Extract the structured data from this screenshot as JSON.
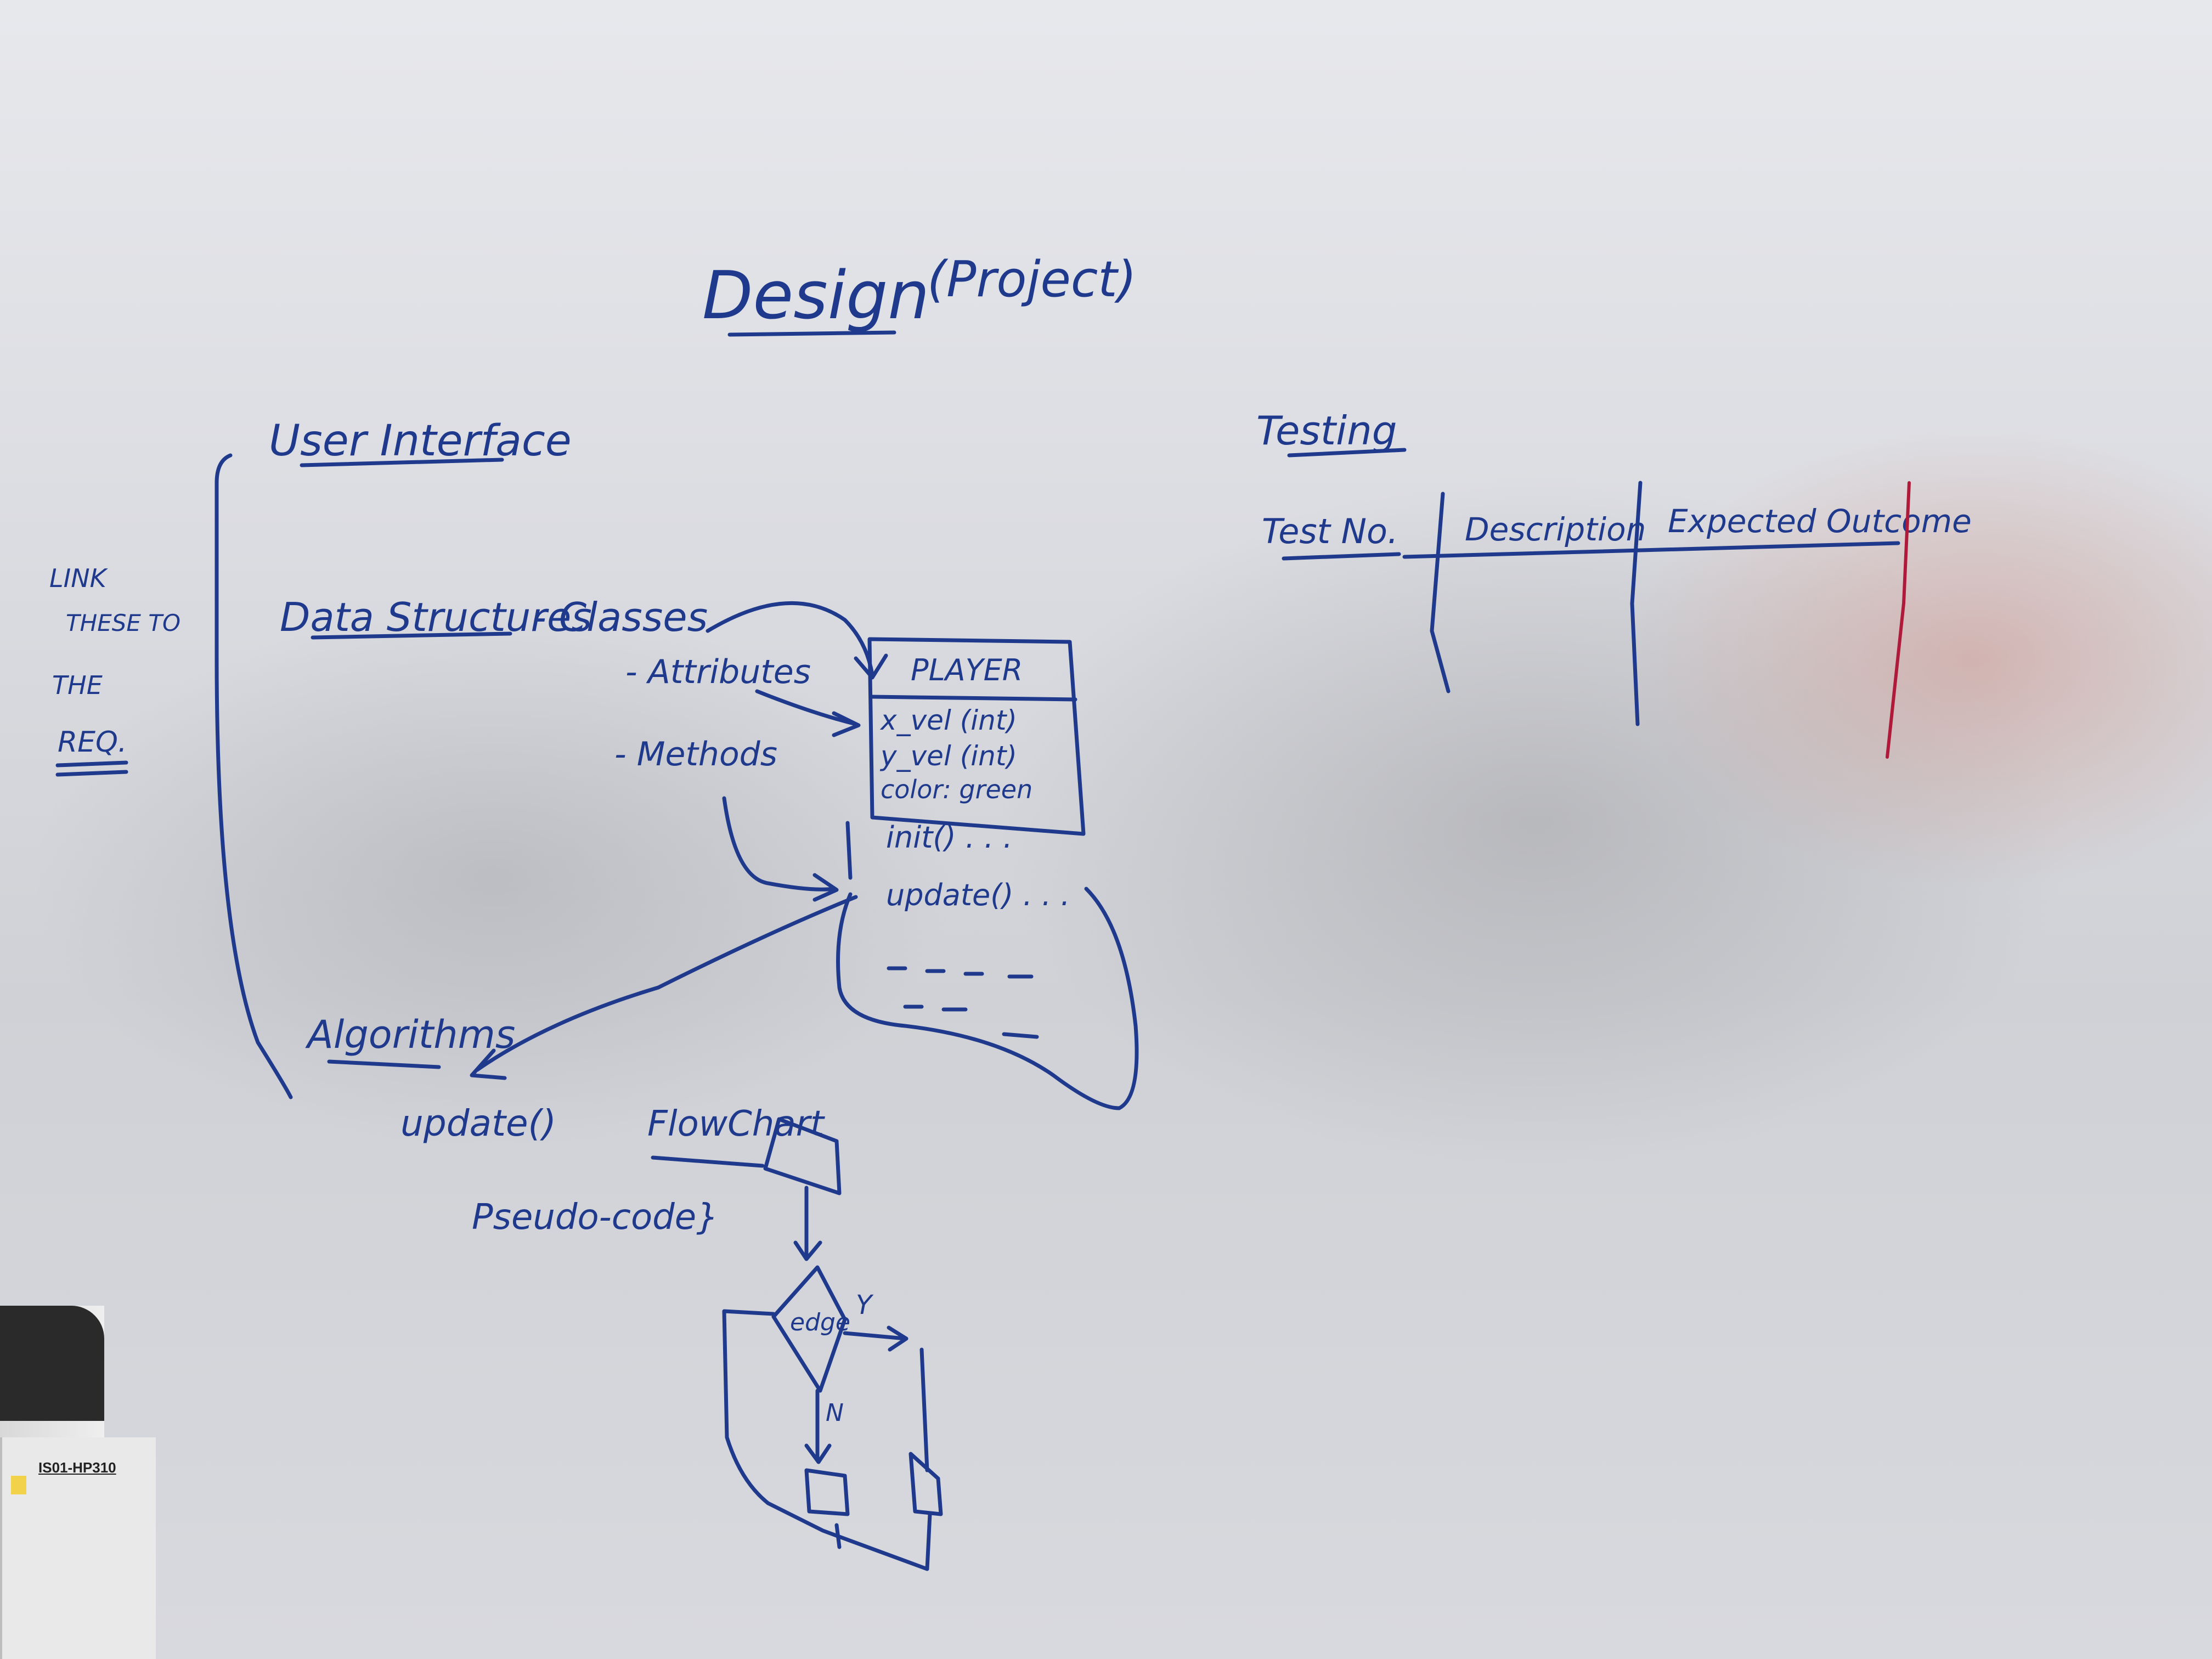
{
  "whiteboard": {
    "title": "Design",
    "title_paren": "(Project)",
    "margin_note": [
      "LINK",
      "THESE TO",
      "THE",
      "REQ."
    ],
    "sections": {
      "user_interface": "User Interface",
      "data_structures": "Data Structures",
      "classes": "- Classes",
      "attributes": "- Attributes",
      "methods": "- Methods",
      "algorithms": "Algorithms",
      "update_call": "update()",
      "pseudo_code": "Pseudo-code}",
      "flowchart": "FlowChart"
    },
    "class_box": {
      "name": "PLAYER",
      "attributes": [
        "x_vel (int)",
        "y_vel (int)",
        "color: green"
      ],
      "methods": [
        "init() . . .",
        "update() . . ."
      ]
    },
    "flowchart_labels": {
      "decision": "edge",
      "yes": "Y",
      "no": "N"
    },
    "testing": {
      "title": "Testing",
      "columns": [
        "Test No.",
        "Description",
        "Expected Outcome"
      ]
    }
  },
  "printer": {
    "label": "IS01-HP310"
  }
}
